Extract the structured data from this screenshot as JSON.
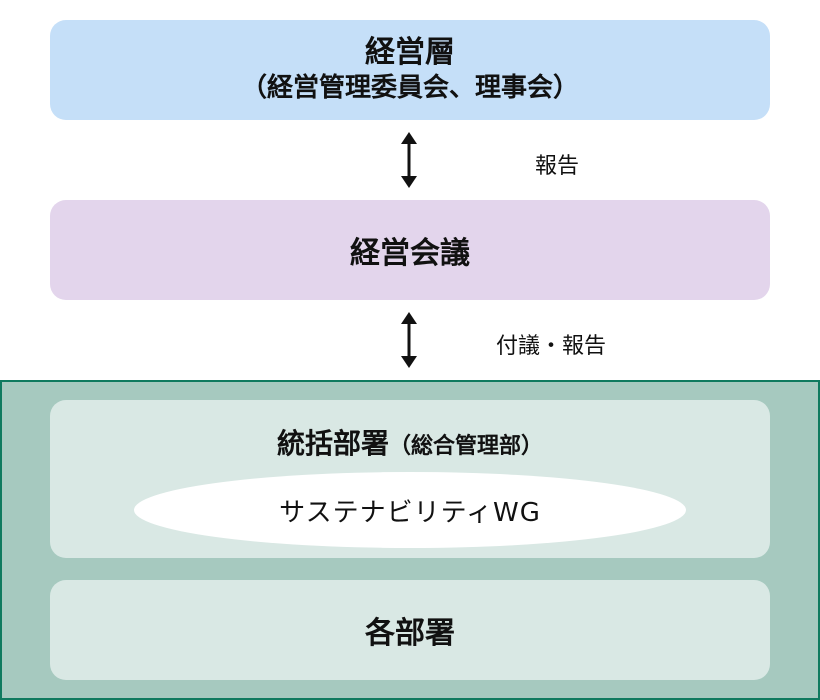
{
  "management": {
    "title": "経営層",
    "subtitle": "（経営管理委員会、理事会）",
    "color": "#c5dff8"
  },
  "arrow1": {
    "label": "報告"
  },
  "meeting": {
    "title": "経営会議",
    "color": "#e3d5ec"
  },
  "arrow2": {
    "label": "付議・報告"
  },
  "group": {
    "background": "#a6c9bf",
    "border": "#0f7a5f"
  },
  "coordinating_dept": {
    "title": "統括部署",
    "paren": "（総合管理部）",
    "color": "#d9e8e4"
  },
  "working_group": {
    "label": "サステナビリティWG",
    "color": "#ffffff"
  },
  "departments": {
    "title": "各部署",
    "color": "#d9e8e4"
  },
  "colors": {
    "arrow": "#111111"
  }
}
